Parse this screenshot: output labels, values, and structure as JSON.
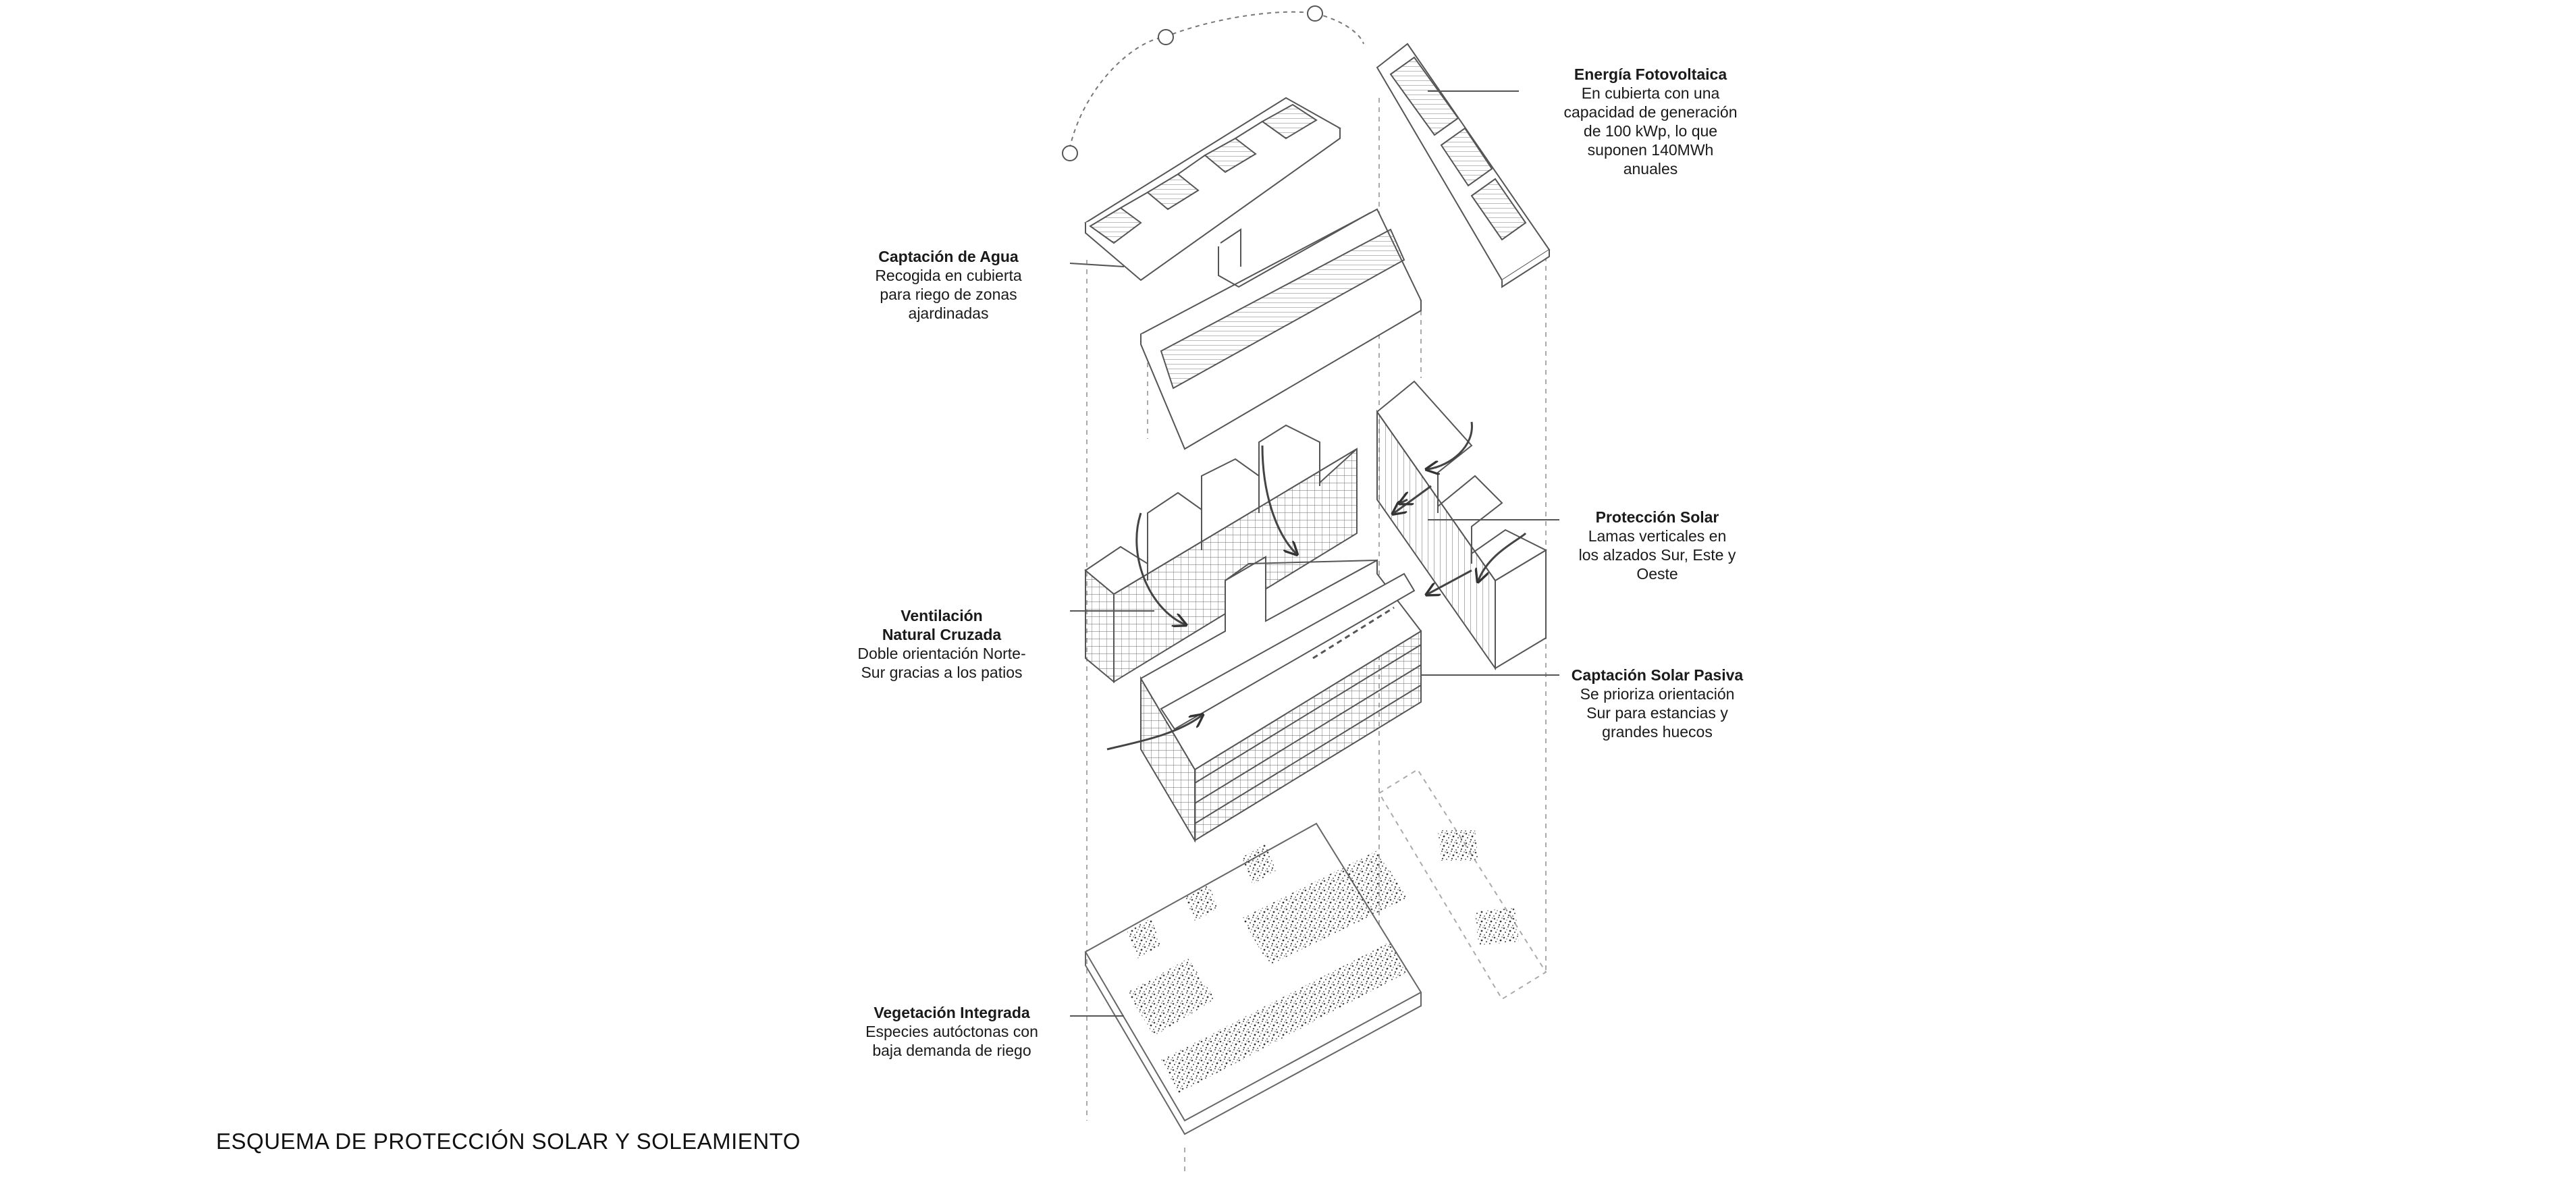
{
  "caption": "ESQUEMA DE PROTECCIÓN SOLAR Y SOLEAMIENTO",
  "annotations": {
    "energia": {
      "title": "Energía Fotovoltaica",
      "lines": [
        "En cubierta con una",
        "capacidad de generación",
        "de 100 kWp, lo que",
        "suponen 140MWh anuales"
      ]
    },
    "agua": {
      "title": "Captación de Agua",
      "lines": [
        "Recogida en cubierta",
        "para riego de zonas",
        "ajardinadas"
      ]
    },
    "proteccion": {
      "title": "Protección Solar",
      "lines": [
        "Lamas verticales en",
        "los alzados Sur, Este y",
        "Oeste"
      ]
    },
    "ventilacion": {
      "title": "Ventilación Natural Cruzada",
      "lines": [
        "Doble orientación Norte-",
        "Sur gracias a los patios"
      ]
    },
    "captacion_solar": {
      "title": "Captación Solar Pasiva",
      "lines": [
        "Se prioriza orientación",
        "Sur para estancias y",
        "grandes huecos"
      ]
    },
    "vegetacion": {
      "title": "Vegetación Integrada",
      "lines": [
        "Especies autóctonas con",
        "baja demanda de riego"
      ]
    }
  },
  "colors": {
    "line": "#555555",
    "guide": "#9a9a9a",
    "text": "#1a1a1a",
    "background": "#ffffff"
  }
}
